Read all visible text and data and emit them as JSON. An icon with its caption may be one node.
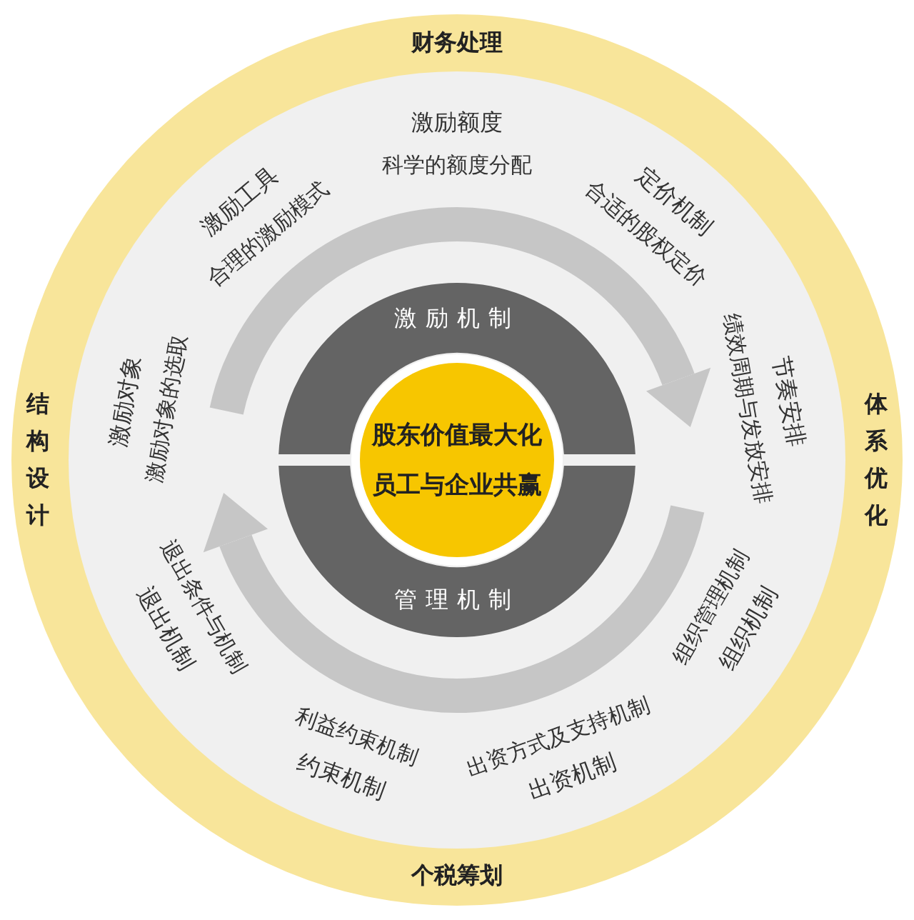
{
  "diagram": {
    "nodes": [
      {
        "text": [
          "财务处理",
          "体系优化",
          "个税筹划",
          "结构设计"
        ]
      },
      {
        "text": [],
        "shape": "circle",
        "in": 0
      },
      {
        "text": [
          "激励机制"
        ],
        "in": 1
      },
      {
        "text": [
          "管理机制"
        ],
        "in": 1
      },
      {
        "text": [
          "股东价值最大化",
          "员工与企业共赢"
        ],
        "in": 1
      }
    ],
    "labels": [
      "激励对象",
      "激励对象的选取",
      "激励工具",
      "合理的激励模式",
      "激励额度",
      "科学的额度分配",
      "定价机制",
      "合适的股权定价",
      "节奏安排",
      "绩效周期与发放安排",
      "组织机制",
      "组织管理机制",
      "出资机制",
      "出资方式及支持机制",
      "约束机制",
      "利益约束机制",
      "退出机制",
      "退出条件与机制"
    ]
  }
}
